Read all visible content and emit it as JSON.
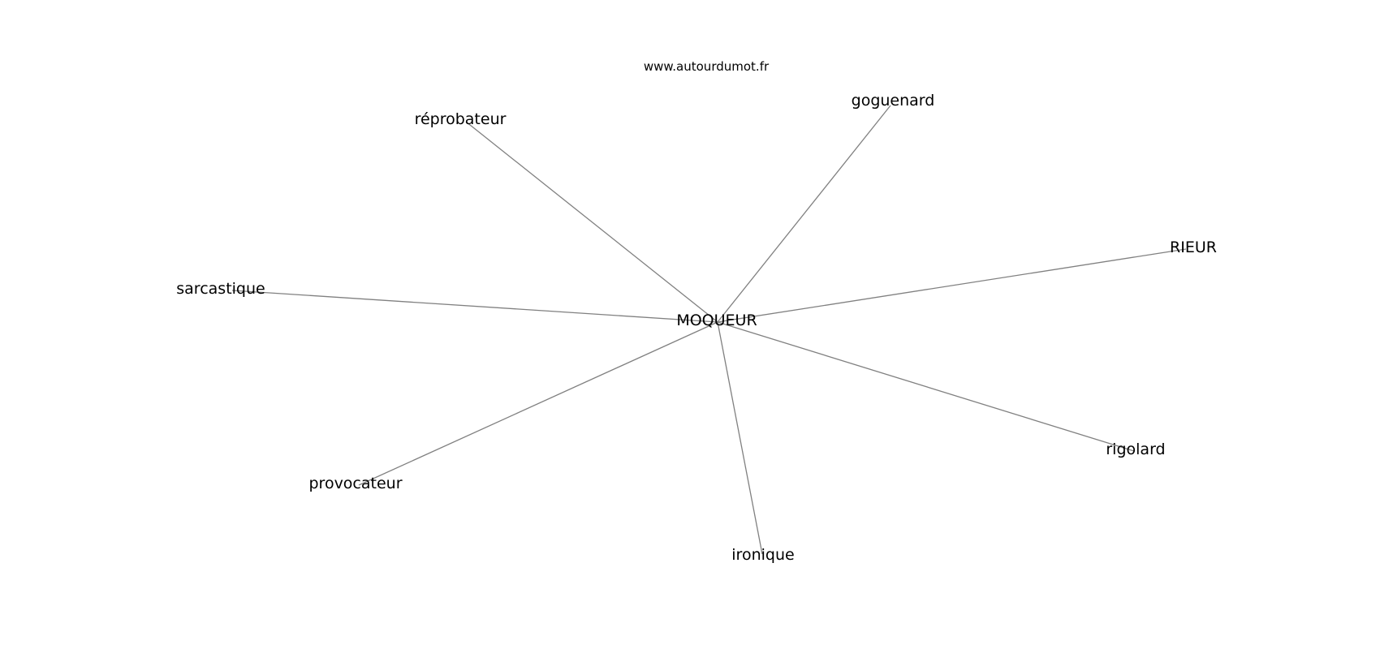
{
  "credit": "www.autourdumot.fr",
  "colors": {
    "edge": "#808080",
    "text": "#000000",
    "background": "#ffffff"
  },
  "center": {
    "id": "center",
    "label": "MOQUEUR"
  },
  "nodes": [
    {
      "id": "reprobateur",
      "label": "réprobateur"
    },
    {
      "id": "goguenard",
      "label": "goguenard"
    },
    {
      "id": "rieur",
      "label": "RIEUR"
    },
    {
      "id": "sarcastique",
      "label": "sarcastique"
    },
    {
      "id": "provocateur",
      "label": "provocateur"
    },
    {
      "id": "ironique",
      "label": "ironique"
    },
    {
      "id": "rigolard",
      "label": "rigolard"
    }
  ],
  "edges": [
    {
      "from": "center",
      "to": "reprobateur"
    },
    {
      "from": "center",
      "to": "goguenard"
    },
    {
      "from": "center",
      "to": "rieur"
    },
    {
      "from": "center",
      "to": "sarcastique"
    },
    {
      "from": "center",
      "to": "provocateur"
    },
    {
      "from": "center",
      "to": "ironique"
    },
    {
      "from": "center",
      "to": "rigolard"
    }
  ]
}
